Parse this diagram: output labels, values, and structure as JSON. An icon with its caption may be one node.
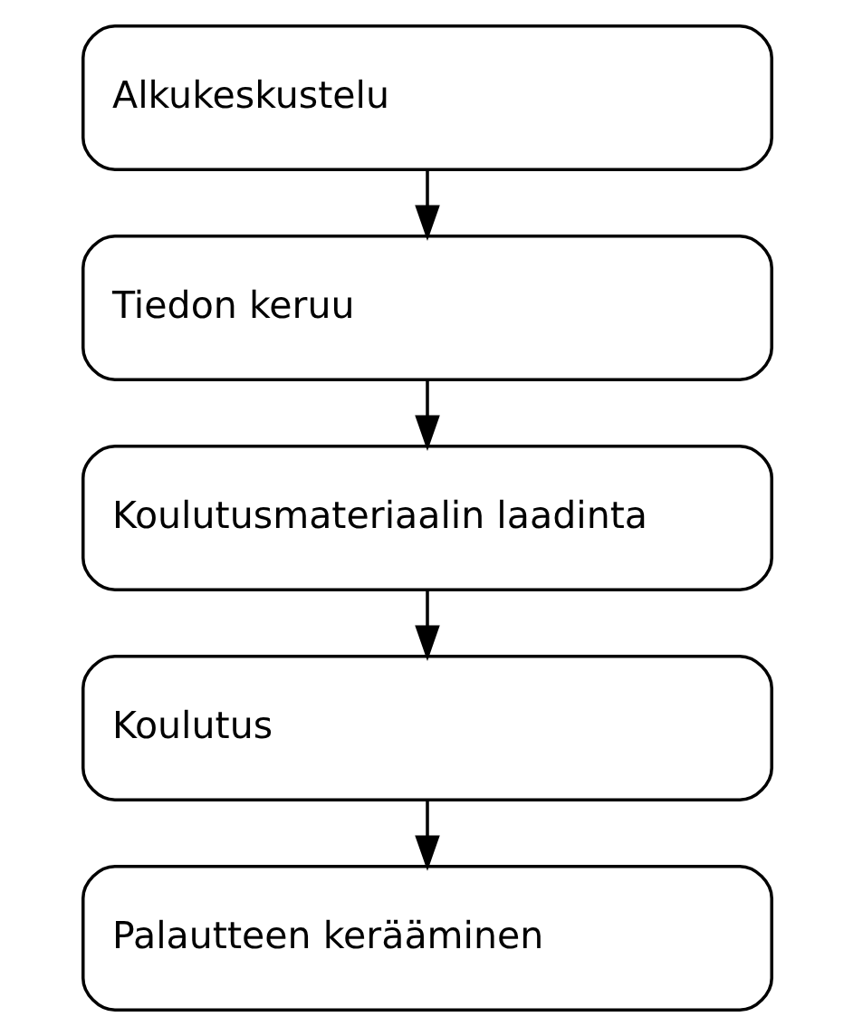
{
  "diagram": {
    "nodes": [
      {
        "text": [
          "Alkukeskustelu"
        ]
      },
      {
        "text": [
          "Tiedon keruu"
        ]
      },
      {
        "text": [
          "Koulutusmateriaalin laadinta"
        ]
      },
      {
        "text": [
          "Koulutus"
        ]
      },
      {
        "text": [
          "Palautteen kerääminen"
        ]
      }
    ],
    "edges": [
      {
        "from": 0,
        "to": 1,
        "arrow": "to"
      },
      {
        "from": 1,
        "to": 2,
        "arrow": "to"
      },
      {
        "from": 2,
        "to": 3,
        "arrow": "to"
      },
      {
        "from": 3,
        "to": 4,
        "arrow": "to"
      }
    ]
  }
}
